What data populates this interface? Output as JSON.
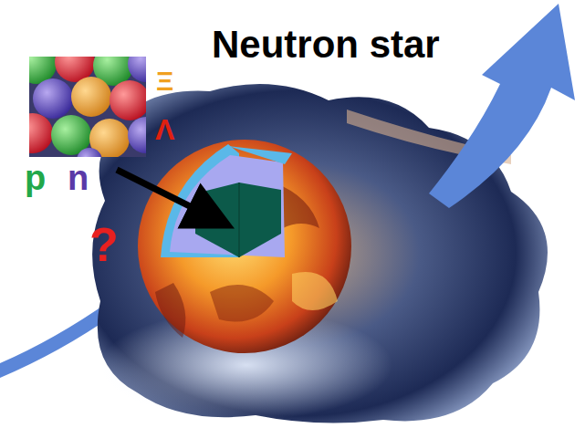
{
  "diagram": {
    "title": "Neutron star",
    "labels": [
      "Ξ",
      "Λ",
      "p",
      "n",
      "?"
    ]
  }
}
